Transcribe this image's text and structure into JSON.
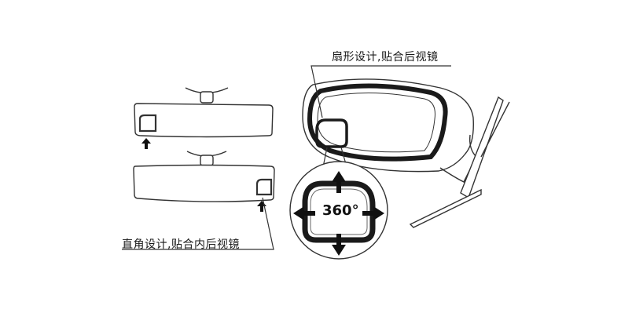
{
  "labels": {
    "fan_caption": "扇形设计,贴合后视镜",
    "right_angle_caption": "直角设计,贴合内后视镜",
    "rotation": "360°"
  },
  "colors": {
    "line": "#333333",
    "bold_frame": "#1a1a1a",
    "background": "#ffffff"
  }
}
